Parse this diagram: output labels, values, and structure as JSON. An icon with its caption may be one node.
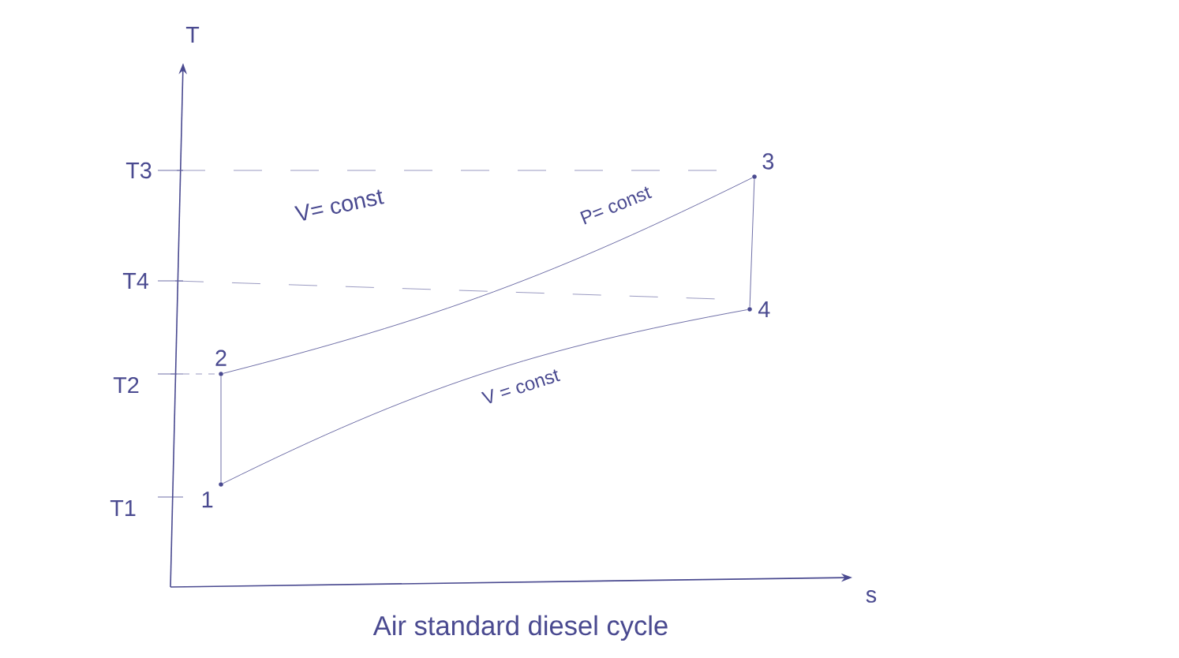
{
  "diagram": {
    "caption": "Air standard diesel cycle",
    "nodes": [
      {
        "text": [
          "1"
        ]
      },
      {
        "text": [
          "2"
        ]
      },
      {
        "text": [
          "3"
        ]
      },
      {
        "text": [
          "4"
        ]
      }
    ],
    "edges": [
      {
        "from": 0,
        "to": 1,
        "arrow": "none"
      },
      {
        "from": 1,
        "to": 2,
        "arrow": "none",
        "label": "P= const"
      },
      {
        "from": 2,
        "to": 3,
        "arrow": "none"
      },
      {
        "from": 3,
        "to": 0,
        "arrow": "none",
        "label": "V = const"
      }
    ],
    "labels": [
      "T",
      "T3",
      "V= const",
      "T4",
      "T2",
      "T1",
      "s"
    ]
  }
}
